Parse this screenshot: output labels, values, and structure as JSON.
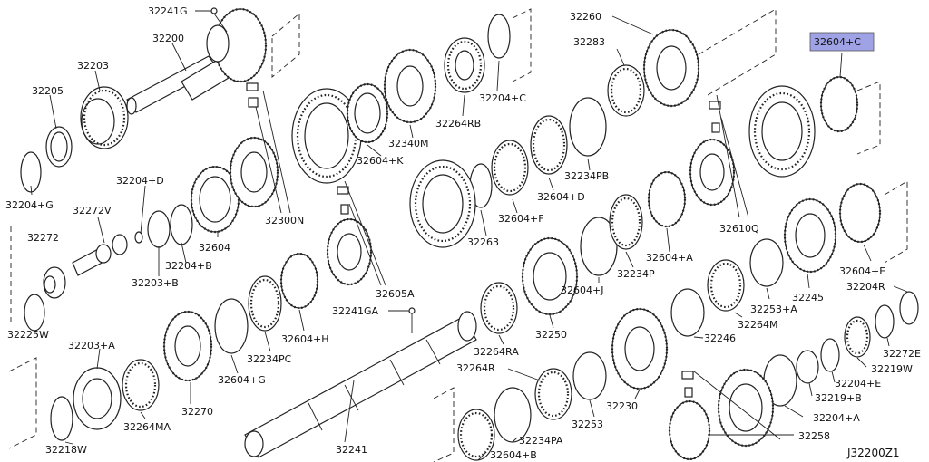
{
  "diagram": {
    "catalog_code": "J32200Z1",
    "highlight_color": "#9fa3e6",
    "labels": [
      {
        "id": "l1",
        "text": "32241G"
      },
      {
        "id": "l2",
        "text": "32200"
      },
      {
        "id": "l3",
        "text": "32203"
      },
      {
        "id": "l4",
        "text": "32205"
      },
      {
        "id": "l5",
        "text": "32204+G"
      },
      {
        "id": "l6",
        "text": "32204+D"
      },
      {
        "id": "l7",
        "text": "32272V"
      },
      {
        "id": "l8",
        "text": "32272"
      },
      {
        "id": "l9",
        "text": "32203+B"
      },
      {
        "id": "l10",
        "text": "32204+B"
      },
      {
        "id": "l11",
        "text": "32604"
      },
      {
        "id": "l12",
        "text": "32300N"
      },
      {
        "id": "l13",
        "text": "32604+K"
      },
      {
        "id": "l14",
        "text": "32340M"
      },
      {
        "id": "l15",
        "text": "32264RB"
      },
      {
        "id": "l16",
        "text": "32204+C"
      },
      {
        "id": "l17",
        "text": "32260"
      },
      {
        "id": "l18",
        "text": "32283"
      },
      {
        "id": "l19",
        "text": "32604+C"
      },
      {
        "id": "l20",
        "text": "32234PB"
      },
      {
        "id": "l21",
        "text": "32604+D"
      },
      {
        "id": "l22",
        "text": "32604+F"
      },
      {
        "id": "l23",
        "text": "32263"
      },
      {
        "id": "l24",
        "text": "32610Q"
      },
      {
        "id": "l25",
        "text": "32604+A"
      },
      {
        "id": "l26",
        "text": "32234P"
      },
      {
        "id": "l27",
        "text": "32604+J"
      },
      {
        "id": "l28",
        "text": "32604+E"
      },
      {
        "id": "l29",
        "text": "32204R"
      },
      {
        "id": "l30",
        "text": "32245"
      },
      {
        "id": "l31",
        "text": "32253+A"
      },
      {
        "id": "l32",
        "text": "32264M"
      },
      {
        "id": "l33",
        "text": "32246"
      },
      {
        "id": "l34",
        "text": "32272E"
      },
      {
        "id": "l35",
        "text": "32219W"
      },
      {
        "id": "l36",
        "text": "32204+E"
      },
      {
        "id": "l37",
        "text": "32219+B"
      },
      {
        "id": "l38",
        "text": "32204+A"
      },
      {
        "id": "l39",
        "text": "32258"
      },
      {
        "id": "l40",
        "text": "32605A"
      },
      {
        "id": "l41",
        "text": "32241GA"
      },
      {
        "id": "l42",
        "text": "32604+H"
      },
      {
        "id": "l43",
        "text": "32234PC"
      },
      {
        "id": "l44",
        "text": "32264RA"
      },
      {
        "id": "l45",
        "text": "32250"
      },
      {
        "id": "l46",
        "text": "32264R"
      },
      {
        "id": "l47",
        "text": "32253"
      },
      {
        "id": "l48",
        "text": "32230"
      },
      {
        "id": "l49",
        "text": "32234PA"
      },
      {
        "id": "l50",
        "text": "32604+B"
      },
      {
        "id": "l51",
        "text": "32241"
      },
      {
        "id": "l52",
        "text": "32225W"
      },
      {
        "id": "l53",
        "text": "32203+A"
      },
      {
        "id": "l54",
        "text": "32604+G"
      },
      {
        "id": "l55",
        "text": "32270"
      },
      {
        "id": "l56",
        "text": "32264MA"
      },
      {
        "id": "l57",
        "text": "32218W"
      }
    ]
  }
}
